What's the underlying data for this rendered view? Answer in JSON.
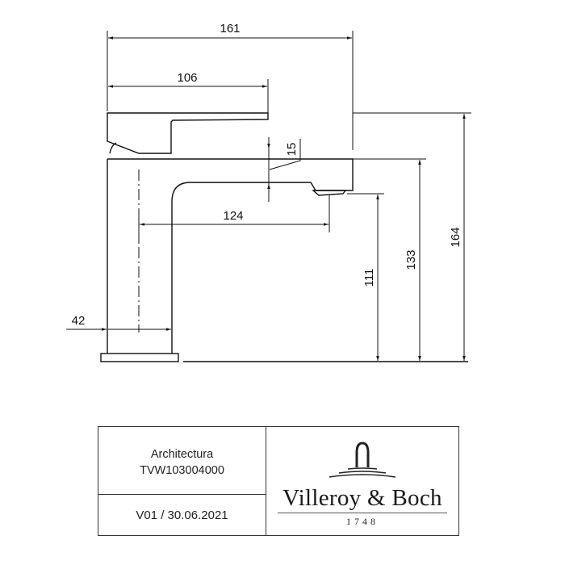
{
  "drawing": {
    "type": "technical-dimension-drawing",
    "subject": "washbasin faucet side view",
    "units": "mm",
    "dimensions": {
      "overall_depth": "161",
      "handle_depth": "106",
      "handle_clearance": "15",
      "spout_reach": "124",
      "body_axis_offset": "42",
      "spout_outlet_height": "111",
      "spout_top_height": "133",
      "overall_height": "164"
    }
  },
  "title_block": {
    "product_name": "Architectura",
    "article_number": "TVW103004000",
    "version": "V01 / 30.06.2021",
    "brand": {
      "name": "Villeroy & Boch",
      "year": "1748"
    }
  }
}
